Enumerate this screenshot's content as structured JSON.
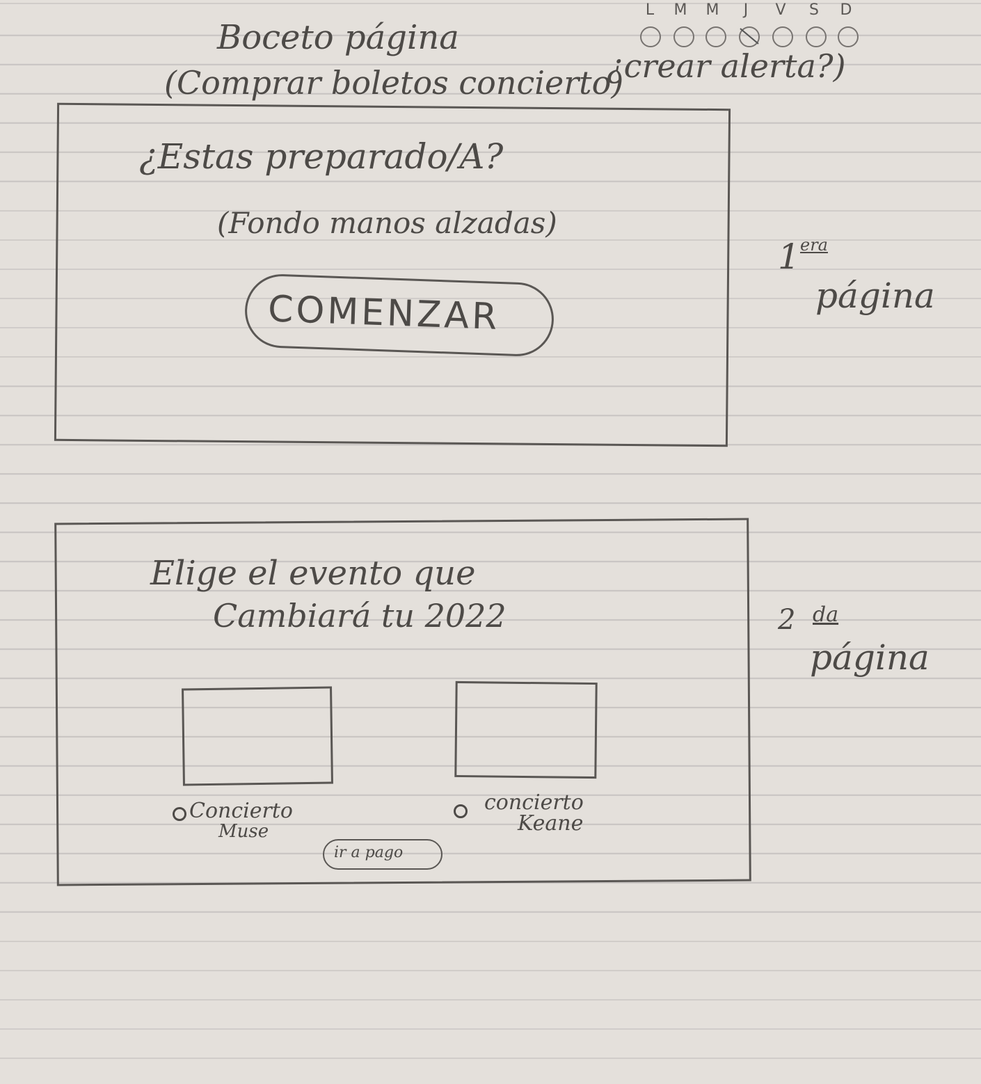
{
  "week_header": {
    "days": [
      "L",
      "M",
      "M",
      "J",
      "V",
      "S",
      "D"
    ],
    "checked_index": 3
  },
  "heading": {
    "title": "Boceto página",
    "subtitle": "(Comprar boletos concierto)",
    "alert_note": "¿crear alerta?)"
  },
  "page1": {
    "question": "¿Estas preparado/A?",
    "background_note": "(Fondo manos alzadas)",
    "start_button": "COMENZAR",
    "side_number": "1",
    "side_ordinal": "era",
    "side_label": "página"
  },
  "page2": {
    "heading_line1": "Elige el evento que",
    "heading_line2": "Cambiará tu 2022",
    "options": [
      {
        "label_line1": "Concierto",
        "label_line2": "Muse"
      },
      {
        "label_line1": "concierto",
        "label_line2": "Keane"
      }
    ],
    "go_button": "ir a pago",
    "side_number": "2",
    "side_ordinal": "da",
    "side_label": "página"
  }
}
